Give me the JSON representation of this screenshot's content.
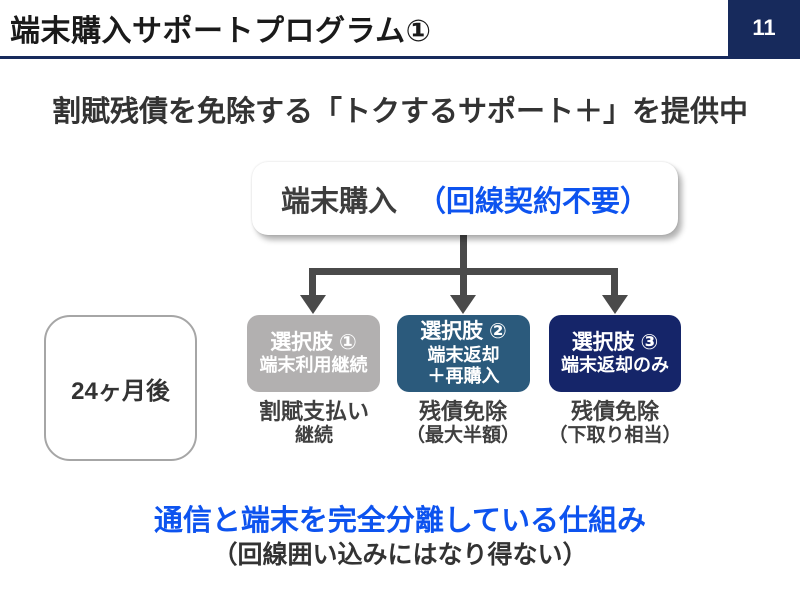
{
  "colors": {
    "navy": "#172a5c",
    "blue": "#0d53ef",
    "arrow": "#4a4a4a",
    "gray_box": "#b2b0b0",
    "steel_box": "#2b5a7c",
    "navy_box": "#152569"
  },
  "header": {
    "title": "端末購入サポートプログラム①",
    "page_number": "11"
  },
  "subtitle": "割賦残債を免除する「トクするサポート＋」を提供中",
  "flow": {
    "root_box": {
      "label_main": "端末購入",
      "label_note": "（回線契約不要）"
    },
    "timeline_box": {
      "label": "24ヶ月後"
    },
    "options": [
      {
        "heading": "選択肢 ①",
        "lines": [
          "端末利用継続"
        ],
        "result_lines": [
          "割賦支払い",
          "継続"
        ]
      },
      {
        "heading": "選択肢 ②",
        "lines": [
          "端末返却",
          "＋再購入"
        ],
        "result_lines": [
          "残債免除",
          "（最大半額）"
        ]
      },
      {
        "heading": "選択肢 ③",
        "lines": [
          "端末返却のみ"
        ],
        "result_lines": [
          "残債免除",
          "（下取り相当）"
        ]
      }
    ]
  },
  "footer": {
    "line1": "通信と端末を完全分離している仕組み",
    "line2": "（回線囲い込みにはなり得ない）"
  }
}
